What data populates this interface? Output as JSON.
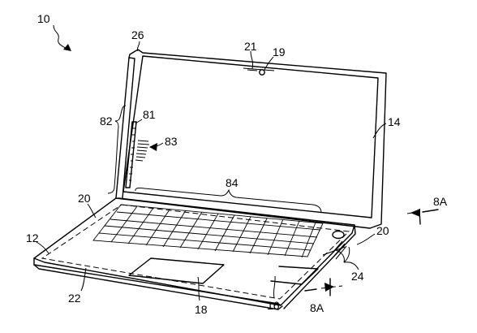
{
  "figure": {
    "labels": {
      "device": "10",
      "base_housing": "12",
      "display": "14",
      "trackpad_area": "16",
      "trackpad": "18",
      "camera": "19",
      "edge_region": "20",
      "edge_region_right": "20",
      "base_outline": "22",
      "camera_window": "21",
      "ports": "24",
      "hinge": "26",
      "side_edge": "82",
      "strip": "81",
      "texture": "83",
      "keyboard": "84",
      "section_top": "8A",
      "section_bottom": "8A"
    }
  }
}
